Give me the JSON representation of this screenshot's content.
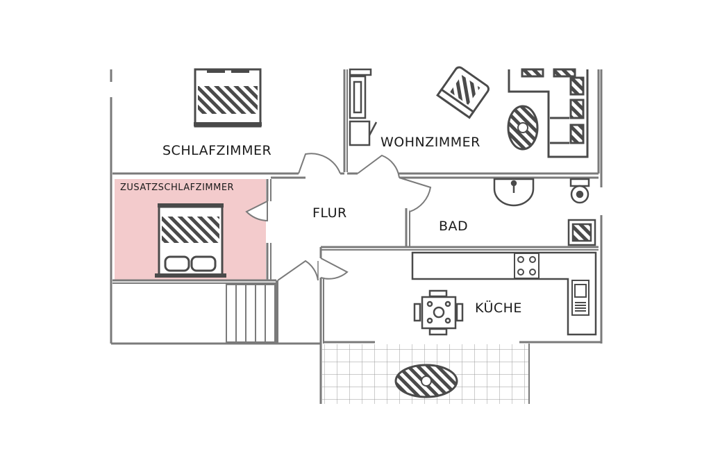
{
  "rooms": {
    "schlafzimmer": "SCHLAFZIMMER",
    "wohnzimmer": "WOHNZIMMER",
    "zusatzschlafzimmer": "ZUSATZSCHLAFZIMMER",
    "flur": "FLUR",
    "bad": "BAD",
    "kueche": "KÜCHE"
  },
  "colors": {
    "wall": "#7a7a7a",
    "furniture": "#4a4a4a",
    "highlight": "#f3cbcc",
    "background": "#ffffff"
  }
}
